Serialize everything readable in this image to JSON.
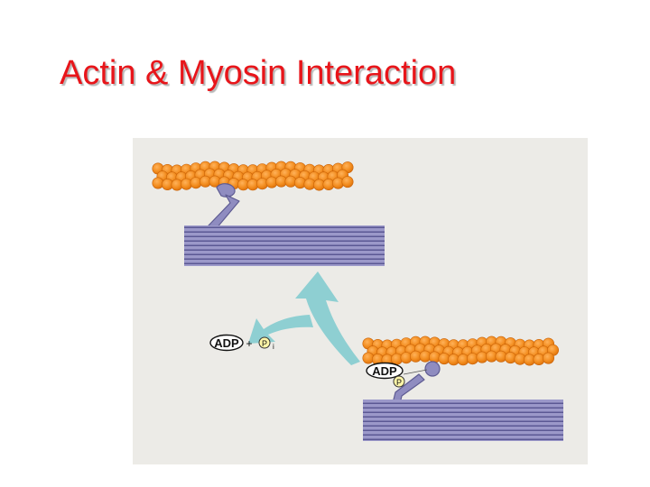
{
  "slide": {
    "title": "Actin & Myosin Interaction",
    "title_color": "#e8151a"
  },
  "figure": {
    "background_color": "#ecebe7",
    "actin_color": "#f28c1e",
    "myosin_color": "#8f8cc0",
    "arrow_color": "#8ecfd2",
    "released_products": {
      "adp_label": "ADP",
      "plus_sign": "+",
      "phosphate_label": "P",
      "phosphate_subscript": "i"
    },
    "bound_state": {
      "adp_label": "ADP",
      "phosphate_label": "P"
    }
  }
}
